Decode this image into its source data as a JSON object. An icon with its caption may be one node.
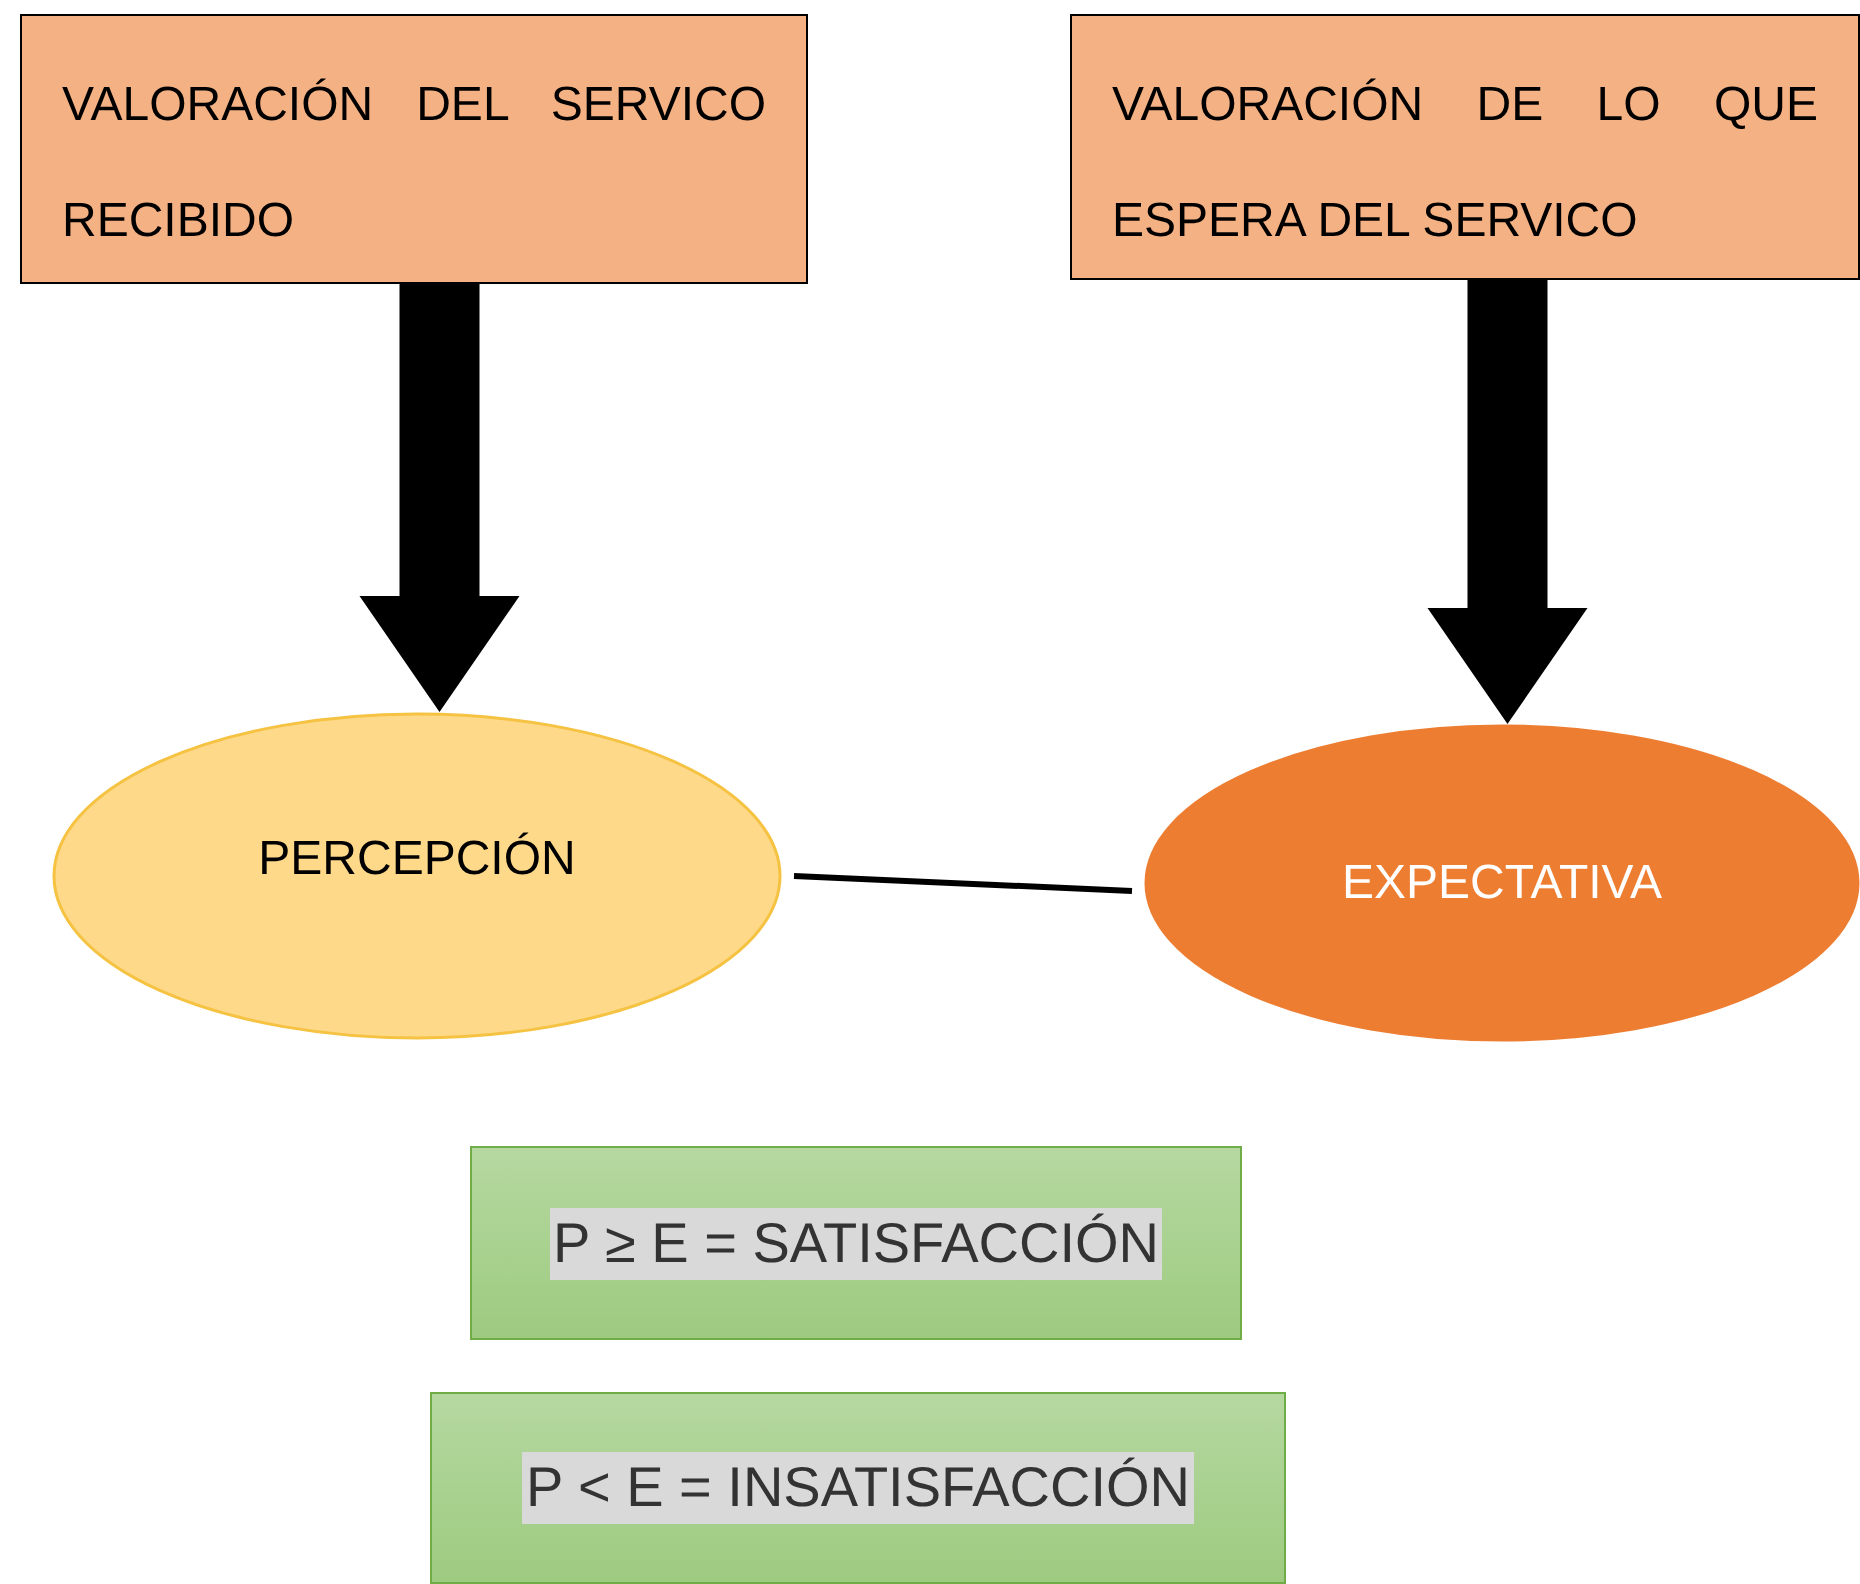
{
  "diagram": {
    "nodes": [
      {
        "text": [
          "VALORACIÓN DEL SERVICO RECIBIDO"
        ]
      },
      {
        "text": [
          "VALORACIÓN DE LO QUE ESPERA DEL SERVICO"
        ]
      },
      {
        "text": [
          "PERCEPCIÓN"
        ]
      },
      {
        "text": [
          "EXPECTATIVA"
        ]
      },
      {
        "text": [
          "P ≥ E = SATISFACCIÓN"
        ]
      },
      {
        "text": [
          "P < E = INSATISFACCIÓN"
        ]
      }
    ],
    "edges": [
      {
        "from": 0,
        "to": 2,
        "arrow": "to",
        "style": "thick"
      },
      {
        "from": 1,
        "to": 3,
        "arrow": "to",
        "style": "thick"
      },
      {
        "from": 2,
        "to": 3,
        "arrow": "none"
      }
    ]
  }
}
